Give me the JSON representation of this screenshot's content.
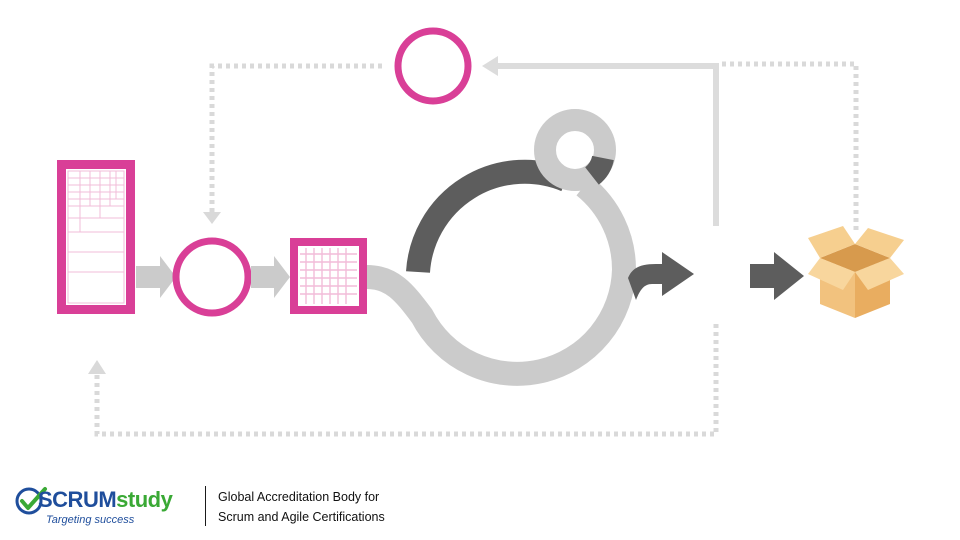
{
  "colors": {
    "magenta": "#d93f97",
    "magenta_grid": "#f2bcd9",
    "light_gray": "#cbcbcb",
    "dotted_gray": "#d9d9d9",
    "dark_gray": "#5d5d5d",
    "box_tan": "#f2c27e",
    "box_dark": "#d79a4d",
    "scrum_blue": "#1f4e9c",
    "study_green": "#3aa935"
  },
  "icons": {
    "product_backlog": "product-backlog-list-icon",
    "sprint_planning": "sprint-planning-circle-icon",
    "sprint_backlog": "sprint-backlog-grid-icon",
    "sprint_cycle": "sprint-loop-icon",
    "daily_standup": "daily-standup-loop-icon",
    "release": "shippable-box-icon",
    "retrospective": "retrospective-circle-icon"
  },
  "footer": {
    "logo_scrum": "SCRUM",
    "logo_study": "study",
    "logo_tagline": "Targeting success",
    "tagline_line1": "Global Accreditation Body for",
    "tagline_line2": "Scrum and Agile Certifications"
  }
}
